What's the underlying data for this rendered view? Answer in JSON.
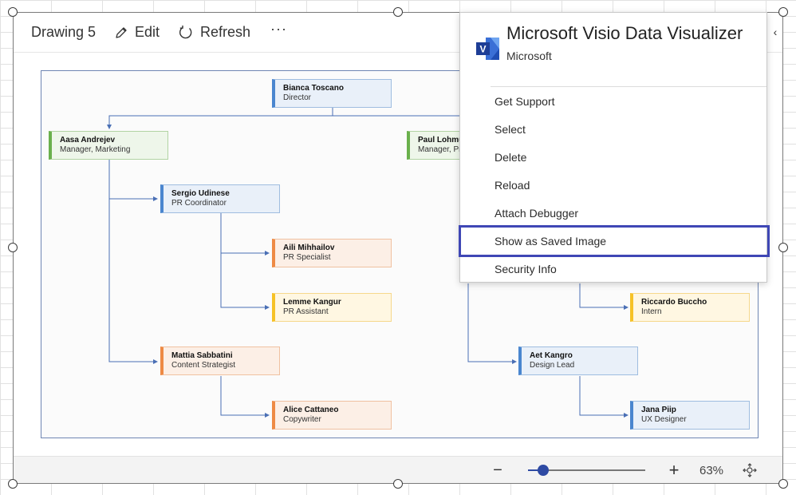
{
  "toolbar": {
    "drawing_title": "Drawing 5",
    "edit_label": "Edit",
    "refresh_label": "Refresh",
    "more_label": "···"
  },
  "org_chart": {
    "nodes": {
      "bianca": {
        "name": "Bianca Toscano",
        "role": "Director",
        "color": "blue"
      },
      "aasa": {
        "name": "Aasa Andrejev",
        "role": "Manager, Marketing",
        "color": "green"
      },
      "paul": {
        "name": "Paul Lohmus",
        "role": "Manager, Pr",
        "color": "green"
      },
      "sergio": {
        "name": "Sergio Udinese",
        "role": "PR Coordinator",
        "color": "blue"
      },
      "aili": {
        "name": "Aili Mihhailov",
        "role": "PR Specialist",
        "color": "orange"
      },
      "lemme": {
        "name": "Lemme Kangur",
        "role": "PR Assistant",
        "color": "yellow"
      },
      "mattia": {
        "name": "Mattia Sabbatini",
        "role": "Content Strategist",
        "color": "orange"
      },
      "alice": {
        "name": "Alice Cattaneo",
        "role": "Copywriter",
        "color": "orange"
      },
      "riccardo": {
        "name": "Riccardo Buccho",
        "role": "Intern",
        "color": "yellow"
      },
      "aet": {
        "name": "Aet Kangro",
        "role": "Design Lead",
        "color": "blue"
      },
      "jana": {
        "name": "Jana Piip",
        "role": "UX Designer",
        "color": "blue"
      }
    }
  },
  "menu": {
    "title": "Microsoft Visio Data Visualizer",
    "publisher": "Microsoft",
    "items": [
      {
        "label": "Get Support"
      },
      {
        "label": "Select"
      },
      {
        "label": "Delete"
      },
      {
        "label": "Reload"
      },
      {
        "label": "Attach Debugger"
      },
      {
        "label": "Show as Saved Image",
        "highlighted": true
      },
      {
        "label": "Security Info"
      }
    ]
  },
  "zoom": {
    "minus_label": "−",
    "plus_label": "+",
    "percent_label": "63%",
    "slider_fraction": 0.13
  },
  "colors": {
    "accent": "#2e4aa3",
    "highlight_outline": "#3f47b5",
    "connector": "#4a6fb5"
  }
}
